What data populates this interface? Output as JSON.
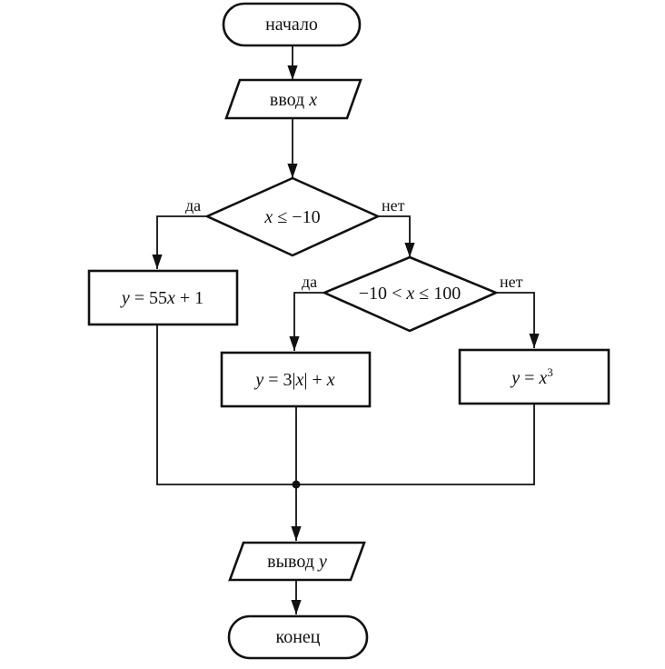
{
  "flowchart": {
    "start": "начало",
    "input_prefix": "ввод",
    "input_var": "x",
    "cond1": {
      "var": "x",
      "op": "≤",
      "value": "−10",
      "yes": "да",
      "no": "нет"
    },
    "cond2": {
      "lower": "−10",
      "lt": "<",
      "var": "x",
      "le": "≤",
      "upper": "100",
      "yes": "да",
      "no": "нет"
    },
    "process1": {
      "y": "y",
      "eq": "=",
      "coef": "55",
      "x": "x",
      "rest": "+ 1"
    },
    "process2": {
      "y": "y",
      "eq": "=",
      "k": "3|",
      "x": "x",
      "bar": "|",
      "plus": "+",
      "x2": "x"
    },
    "process3": {
      "y": "y",
      "eq": "=",
      "x": "x",
      "exp": "3"
    },
    "output_prefix": "вывод",
    "output_var": "y",
    "end": "конец"
  }
}
